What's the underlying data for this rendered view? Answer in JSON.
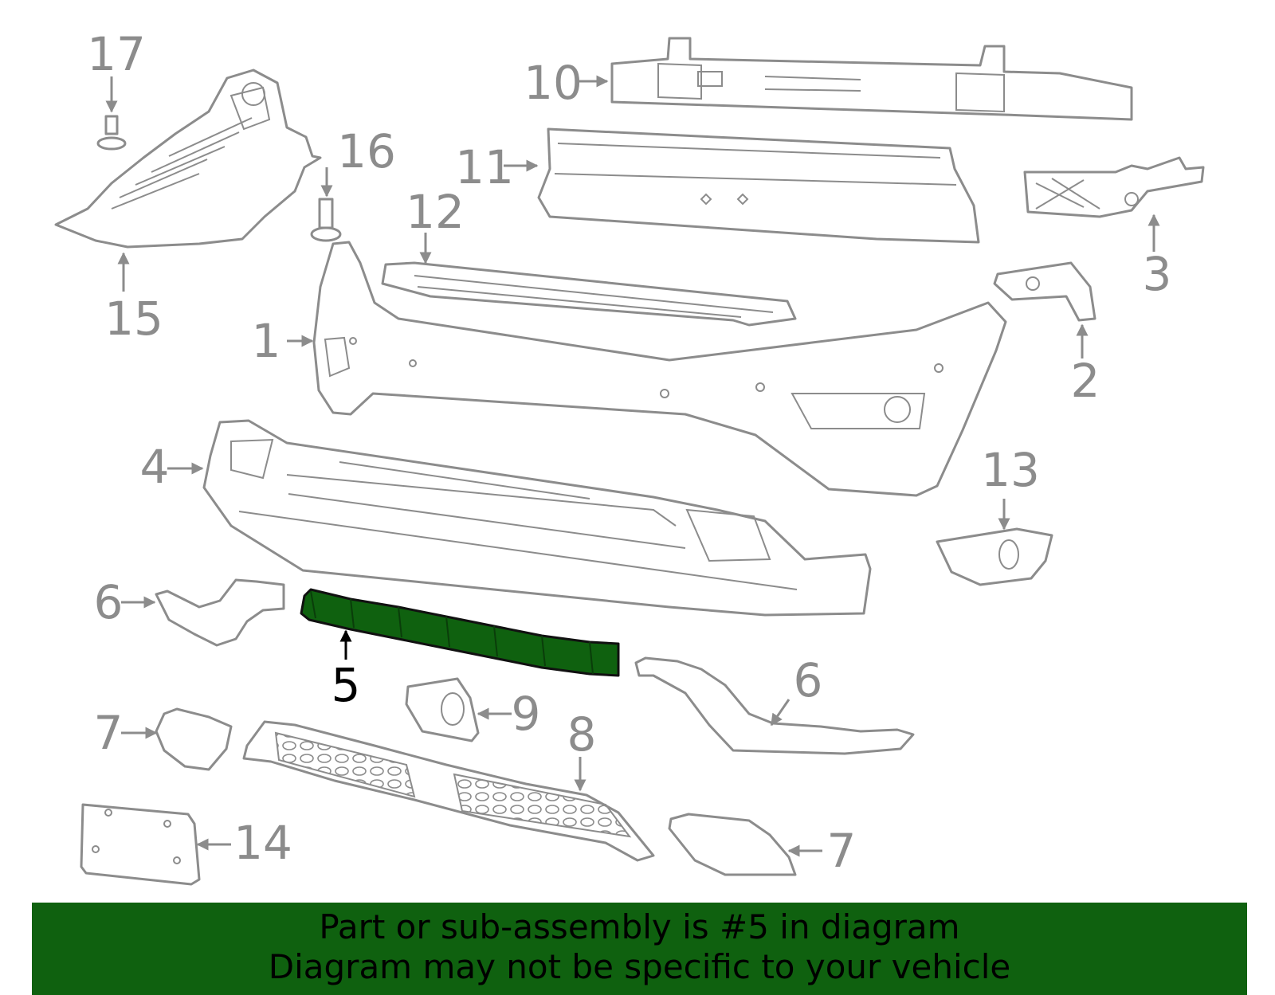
{
  "diagram": {
    "highlighted_part": "5",
    "highlight_color": "#0f610f",
    "part_color": "#8c8c8c",
    "callouts": {
      "c1": "1",
      "c2": "2",
      "c3": "3",
      "c4": "4",
      "c5": "5",
      "c6a": "6",
      "c6b": "6",
      "c7a": "7",
      "c7b": "7",
      "c8": "8",
      "c9": "9",
      "c10": "10",
      "c11": "11",
      "c12": "12",
      "c13": "13",
      "c14": "14",
      "c15": "15",
      "c16": "16",
      "c17": "17"
    }
  },
  "banner": {
    "line1": "Part or sub-assembly is #5 in diagram",
    "line2": "Diagram may not be specific to your vehicle",
    "background": "#0f610f"
  }
}
